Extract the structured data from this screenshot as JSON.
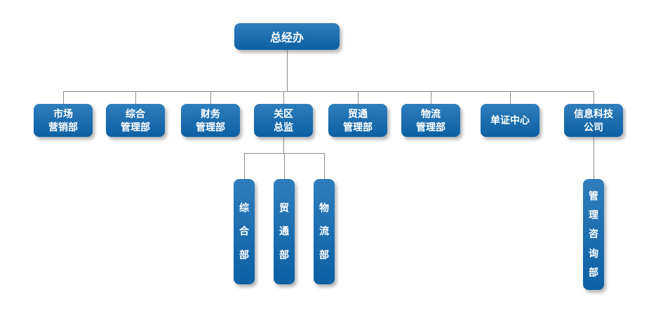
{
  "org_chart": {
    "type": "org-tree",
    "root": {
      "label": "总经办"
    },
    "departments": [
      {
        "label": "市场\n营销部"
      },
      {
        "label": "综合\n管理部"
      },
      {
        "label": "财务\n管理部"
      },
      {
        "label": "关区\n总监"
      },
      {
        "label": "贸通\n管理部"
      },
      {
        "label": "物流\n管理部"
      },
      {
        "label": "单证中心"
      },
      {
        "label": "信息科技\n公司"
      }
    ],
    "customs_director_sub_departments": [
      {
        "label": "综\n合\n部"
      },
      {
        "label": "贸\n通\n部"
      },
      {
        "label": "物\n流\n部"
      }
    ],
    "it_company_sub_departments": [
      {
        "label": "管\n理\n咨\n询\n部"
      }
    ],
    "colors": {
      "node_fill": "#0d68b1",
      "node_text": "#ffffff",
      "connector": "#8c8c8c"
    }
  }
}
